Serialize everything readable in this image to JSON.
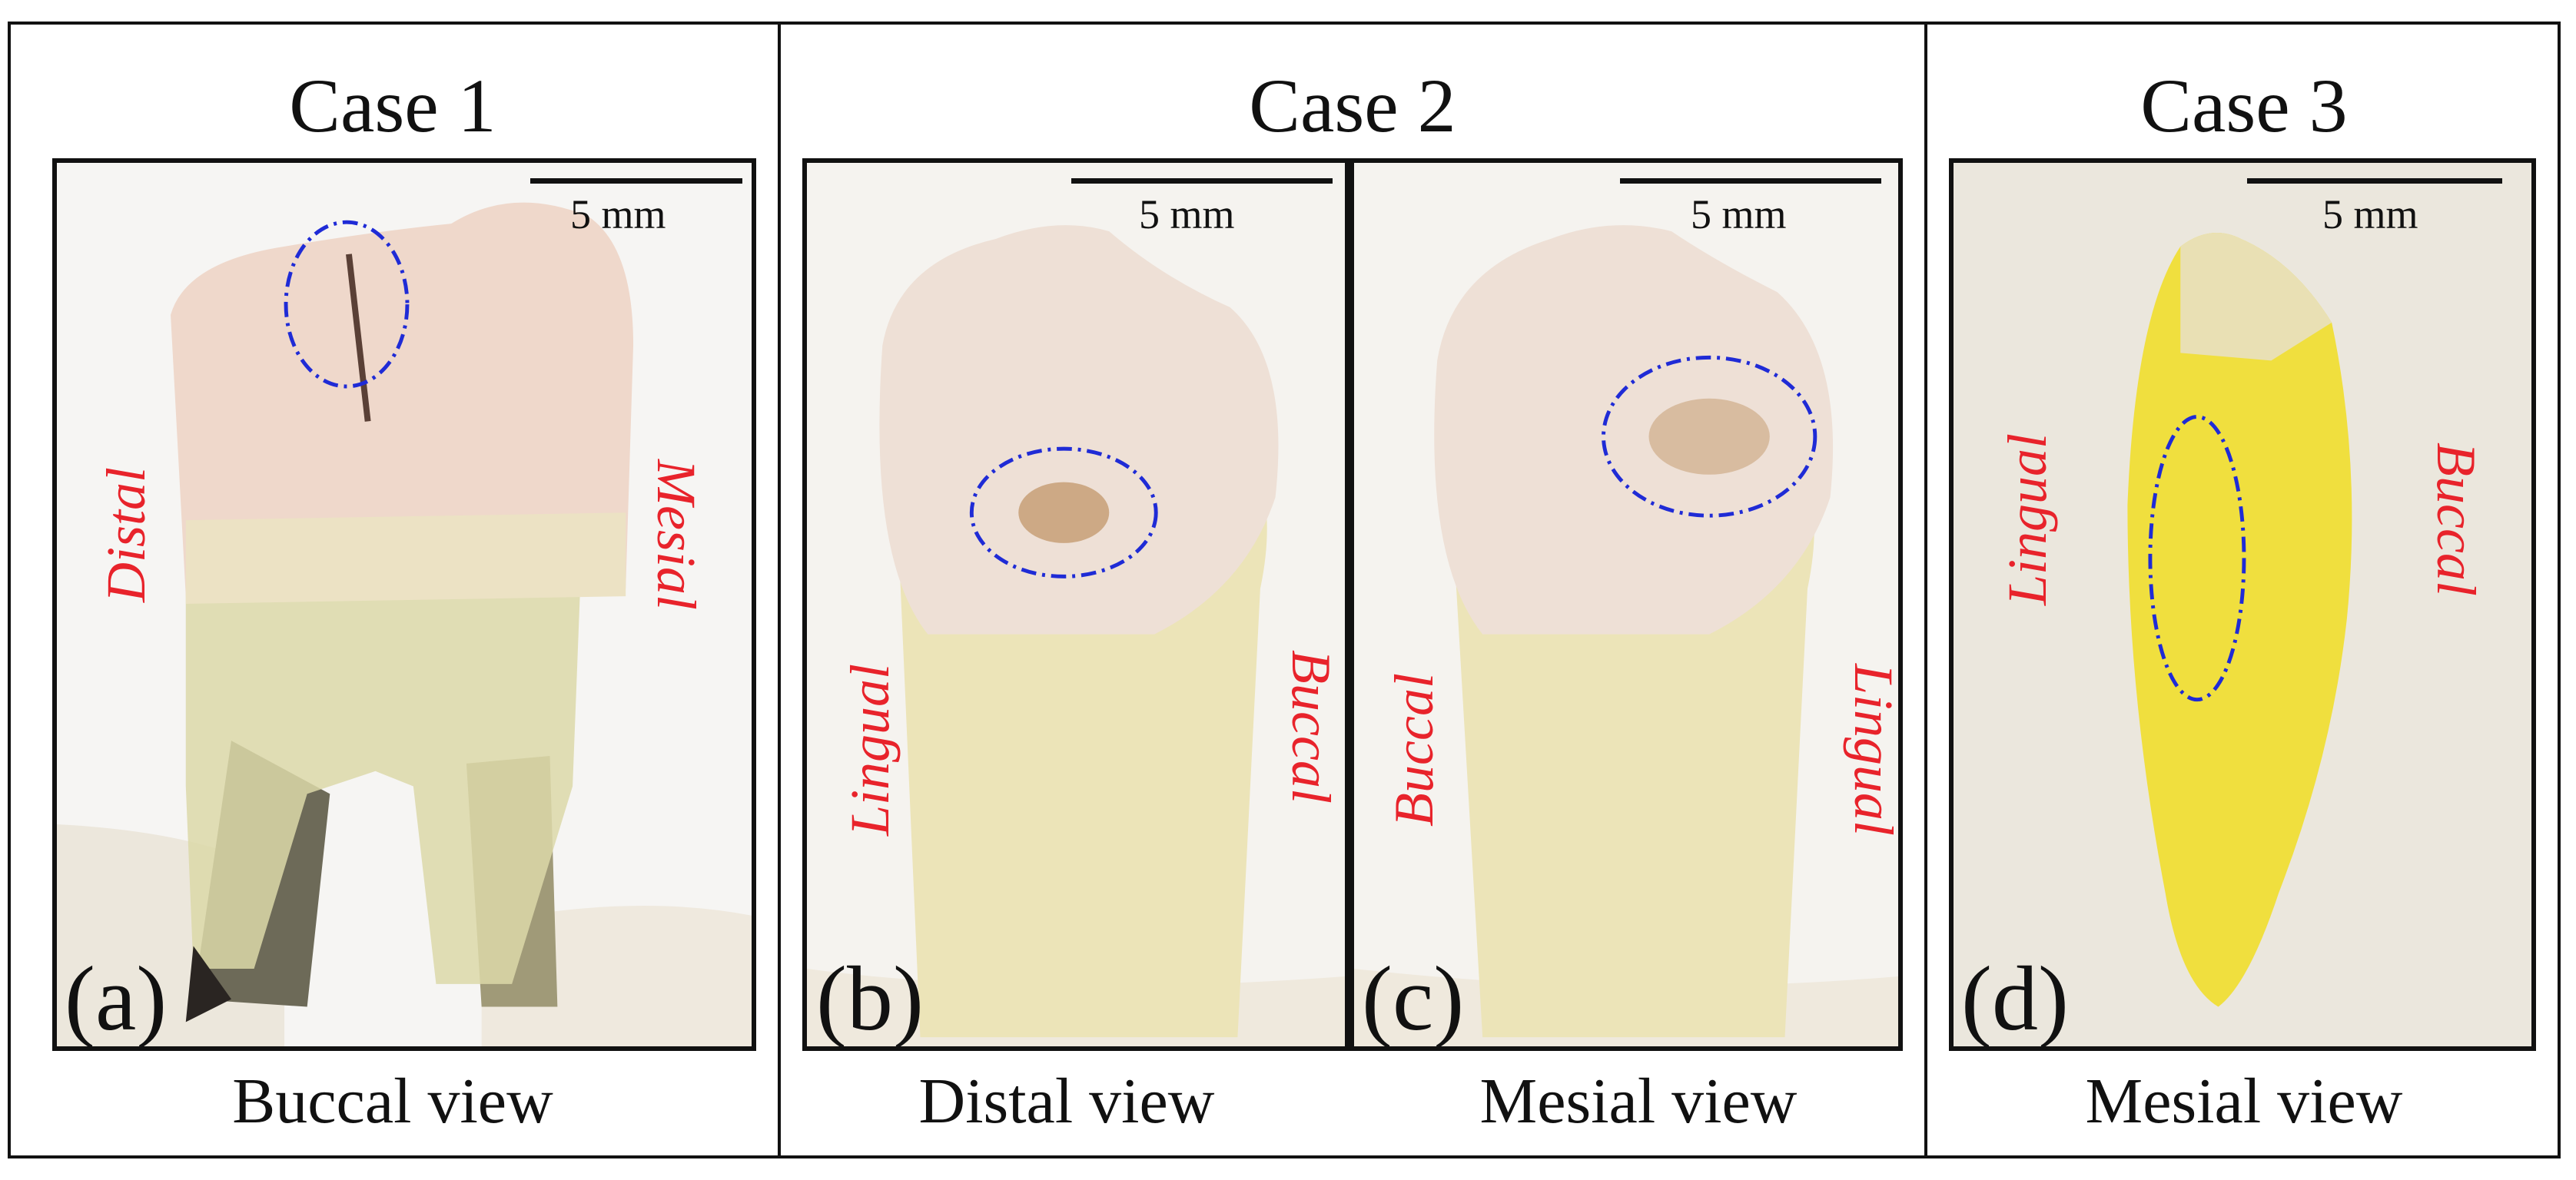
{
  "cases": [
    {
      "title": "Case 1"
    },
    {
      "title": "Case 2"
    },
    {
      "title": "Case 3"
    }
  ],
  "panels": [
    {
      "letter": "(a)",
      "scale": "5 mm",
      "left_label": "Distal",
      "right_label": "Mesial",
      "caption": "Buccal view"
    },
    {
      "letter": "(b)",
      "scale": "5 mm",
      "left_label": "Lingual",
      "right_label": "Buccal",
      "caption": "Distal view"
    },
    {
      "letter": "(c)",
      "scale": "5 mm",
      "left_label": "Buccal",
      "right_label": "Lingual",
      "caption": "Mesial view"
    },
    {
      "letter": "(d)",
      "scale": "5 mm",
      "left_label": "Lingual",
      "right_label": "Buccal",
      "caption": "Mesial view"
    }
  ],
  "colors": {
    "label_red": "#e8232b",
    "marker_blue": "#1f2bd6",
    "case3_background": "#ebe7dd",
    "enamel": "#efd9cc",
    "root": "#e6dfa8",
    "case3_root": "#f1e24a"
  }
}
